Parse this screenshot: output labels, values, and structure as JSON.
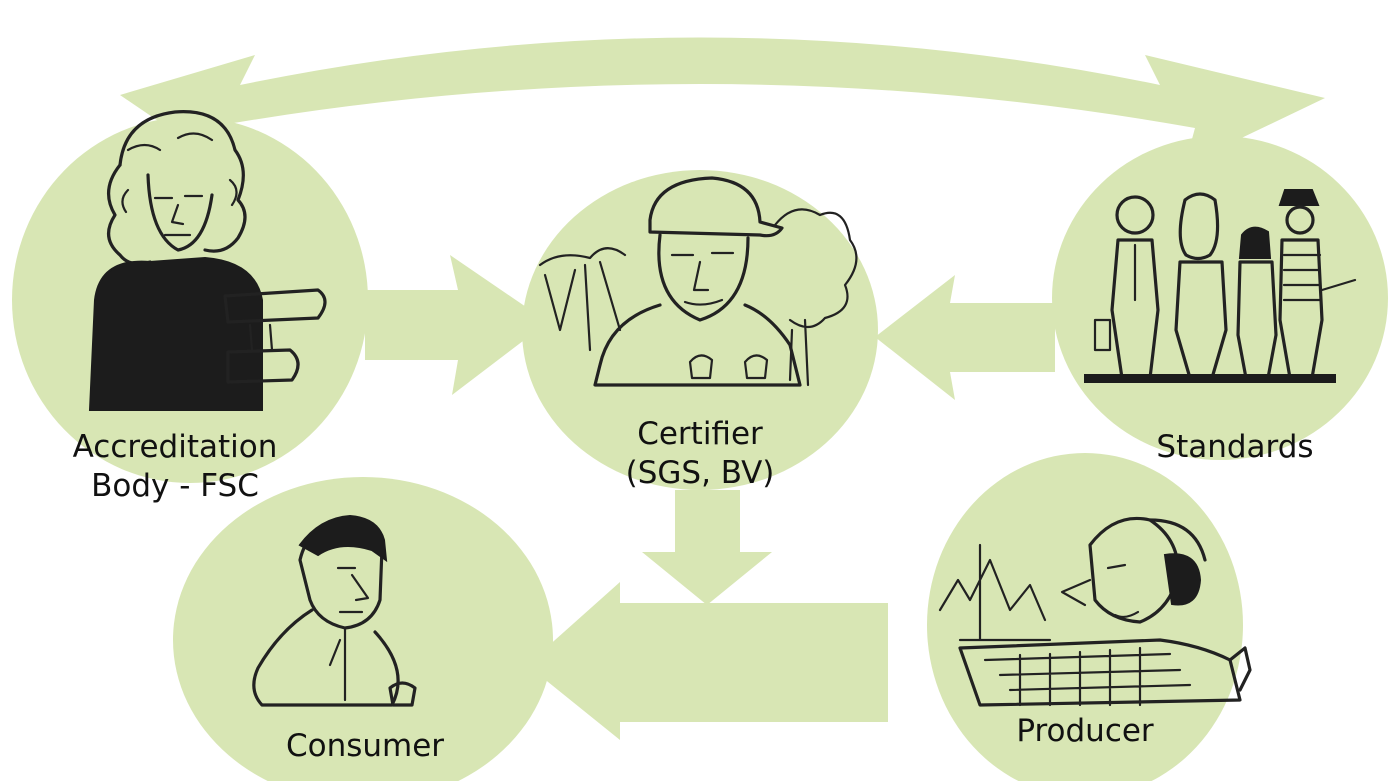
{
  "colors": {
    "bubble": "#d8e6b4",
    "arrow": "#d8e6b4",
    "ink": "#222222",
    "text": "#111111"
  },
  "nodes": {
    "accreditation": {
      "line1": "Accreditation",
      "line2": "Body - FSC",
      "illustration": "judge-with-wig-icon"
    },
    "certifier": {
      "line1": "Certifier",
      "line2": "(SGS, BV)",
      "illustration": "forester-in-cap-icon"
    },
    "standards": {
      "label": "Standards",
      "illustration": "group-of-people-icon"
    },
    "producer": {
      "label": "Producer",
      "illustration": "man-with-headphones-icon"
    },
    "consumer": {
      "label": "Consumer",
      "illustration": "man-with-cup-icon"
    }
  }
}
